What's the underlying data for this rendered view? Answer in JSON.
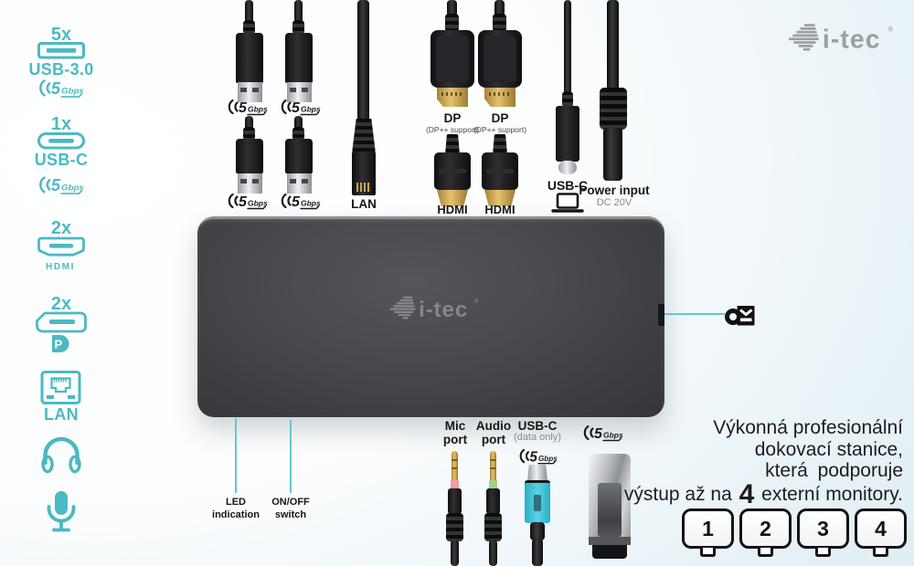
{
  "colors": {
    "accent_teal": "#4bb9c3",
    "connector_line_teal": "#62c9cf",
    "dock_gray": "#46474a",
    "label_black": "#161616",
    "mic_ring_pink": "#f29ca6",
    "audio_ring_green": "#9fd47e",
    "usbc_plug_teal": "#41c4d6",
    "gold": "#c8a64f",
    "logo_gray": "#9aa0a5",
    "background_blue": "#d5eaf2"
  },
  "speed_badge": {
    "big": "5",
    "small": "Gbps"
  },
  "sidebar": {
    "usb3": {
      "count": "5x",
      "label": "USB-3.0"
    },
    "usbc": {
      "count": "1x",
      "label": "USB-C"
    },
    "hdmi": {
      "count": "2x",
      "label": "HDMI"
    },
    "dp": {
      "count": "2x"
    },
    "lan": {
      "label": "LAN"
    }
  },
  "top": {
    "lan_label": "LAN",
    "dp_label": "DP",
    "dp_support": "(DP++ support)",
    "hdmi_label": "HDMI",
    "usbc_label": "USB-C",
    "power_label": "Power input",
    "power_sub": "DC 20V"
  },
  "dock": {
    "logo_text": "i-tec",
    "logo_reg": "®"
  },
  "bottom": {
    "led_line1": "LED",
    "led_line2": "indication",
    "switch_line1": "ON/OFF",
    "switch_line2": "switch",
    "mic_line1": "Mic",
    "mic_line2": "port",
    "audio_line1": "Audio",
    "audio_line2": "port",
    "usbc_label": "USB-C",
    "usbc_sub": "(data only)"
  },
  "brand": {
    "logo_text": "i-tec",
    "reg": "®"
  },
  "right_panel": {
    "line1": "Výkonná profesionální",
    "line2": "dokovací stanice,",
    "line3": "která podporuje",
    "line4_pre": "výstup až na",
    "line4_num": "4",
    "line4_post": "externí monitory.",
    "monitors": [
      "1",
      "2",
      "3",
      "4"
    ]
  }
}
